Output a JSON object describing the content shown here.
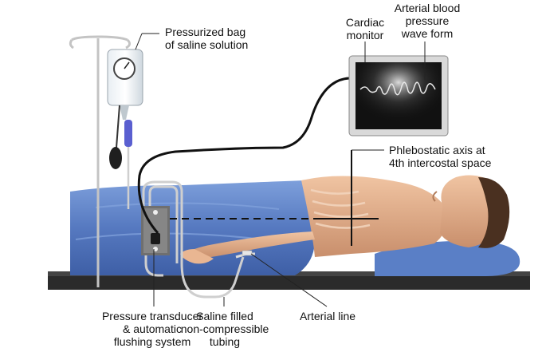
{
  "labels": {
    "saline_bag": [
      "Pressurized bag",
      "of saline solution"
    ],
    "cardiac_monitor": [
      "Cardiac",
      "monitor"
    ],
    "arterial_waveform": [
      "Arterial blood",
      "pressure",
      "wave form"
    ],
    "phlebostatic_axis": [
      "Phlebostatic axis at",
      "4th intercostal space"
    ],
    "transducer": [
      "Pressure transducer",
      "& automatic",
      "flushing system"
    ],
    "tubing": [
      "Saline filled",
      "non-compressible",
      "tubing"
    ],
    "arterial_line": [
      "Arterial line"
    ]
  },
  "colors": {
    "sheet": "#5b84c9",
    "skin": "#e6b08d",
    "monitor_frame": "#d9d9d9",
    "screen": "#111111",
    "pressure_bulb": "#2a2a2a",
    "tubing": "#cfcfcf"
  }
}
